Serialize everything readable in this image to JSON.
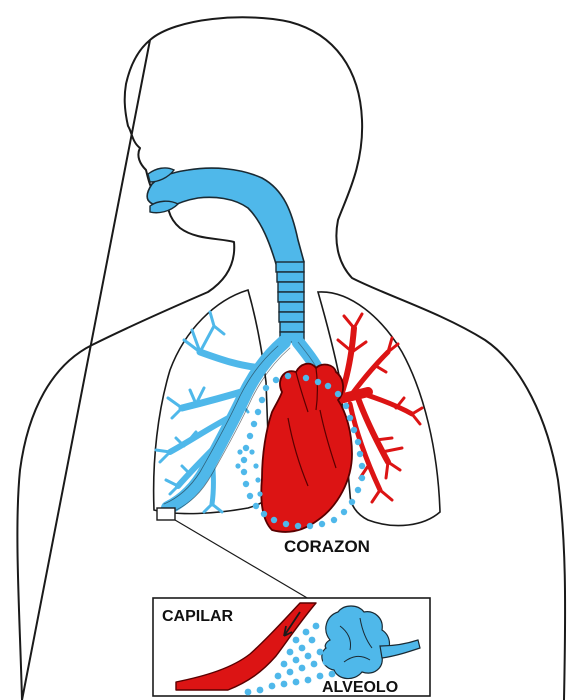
{
  "labels": {
    "heart": "CORAZON",
    "capillary": "CAPILAR",
    "alveolus": "ALVEOLO"
  },
  "colors": {
    "airway": "#4fb8ea",
    "airway_outline": "#1a2a33",
    "blood": "#dc1414",
    "blood_outline": "#5a0000",
    "dots": "#4fb8ea",
    "outline": "#1a1a1a",
    "background": "#ffffff"
  }
}
